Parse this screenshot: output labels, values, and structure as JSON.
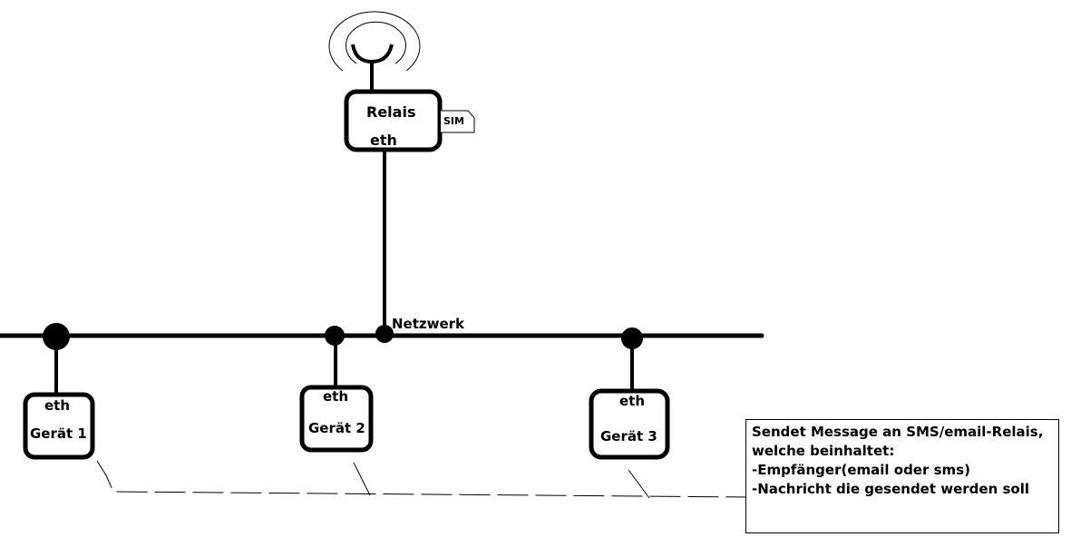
{
  "relay": {
    "title": "Relais",
    "port": "eth",
    "sim_label": "SIM"
  },
  "network": {
    "label": "Netzwerk"
  },
  "devices": [
    {
      "port": "eth",
      "name": "Gerät 1"
    },
    {
      "port": "eth",
      "name": "Gerät 2"
    },
    {
      "port": "eth",
      "name": "Gerät 3"
    }
  ],
  "note": {
    "lines": [
      "Sendet Message an SMS/email-Relais,",
      "welche beinhaltet:",
      "-Empfänger(email oder sms)",
      "-Nachricht die gesendet werden soll"
    ]
  }
}
